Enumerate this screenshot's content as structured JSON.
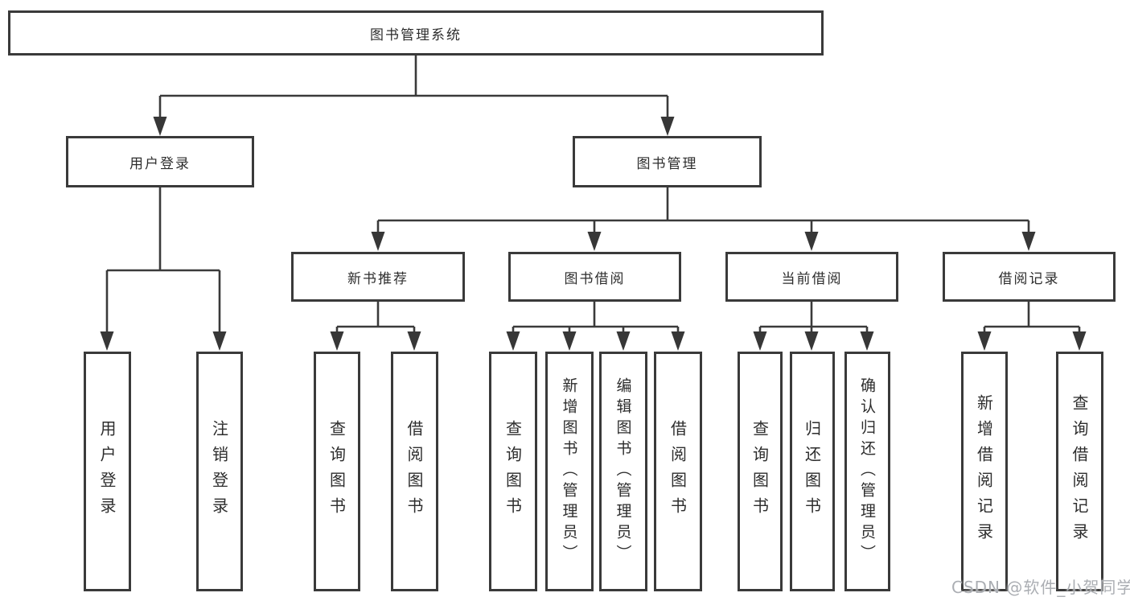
{
  "watermark": {
    "text": "CSDN @软件_小贺同学",
    "color": "#abaeb3"
  },
  "colors": {
    "line": "#3a3a3a",
    "box_border": "#3a3a3a",
    "box_fill": "#ffffff",
    "text": "#2d2d2d",
    "background": "#ffffff"
  },
  "tree": {
    "label": "图书管理系统",
    "children": [
      {
        "label": "用户登录",
        "children": [
          {
            "label": "用户登录"
          },
          {
            "label": "注销登录"
          }
        ]
      },
      {
        "label": "图书管理",
        "children": [
          {
            "label": "新书推荐",
            "children": [
              {
                "label": "查询图书"
              },
              {
                "label": "借阅图书"
              }
            ]
          },
          {
            "label": "图书借阅",
            "children": [
              {
                "label": "查询图书"
              },
              {
                "label": "新增图书（管理员）"
              },
              {
                "label": "编辑图书（管理员）"
              },
              {
                "label": "借阅图书"
              }
            ]
          },
          {
            "label": "当前借阅",
            "children": [
              {
                "label": "查询图书"
              },
              {
                "label": "归还图书"
              },
              {
                "label": "确认归还（管理员）"
              }
            ]
          },
          {
            "label": "借阅记录",
            "children": [
              {
                "label": "新增借阅记录"
              },
              {
                "label": "查询借阅记录"
              }
            ]
          }
        ]
      }
    ]
  }
}
